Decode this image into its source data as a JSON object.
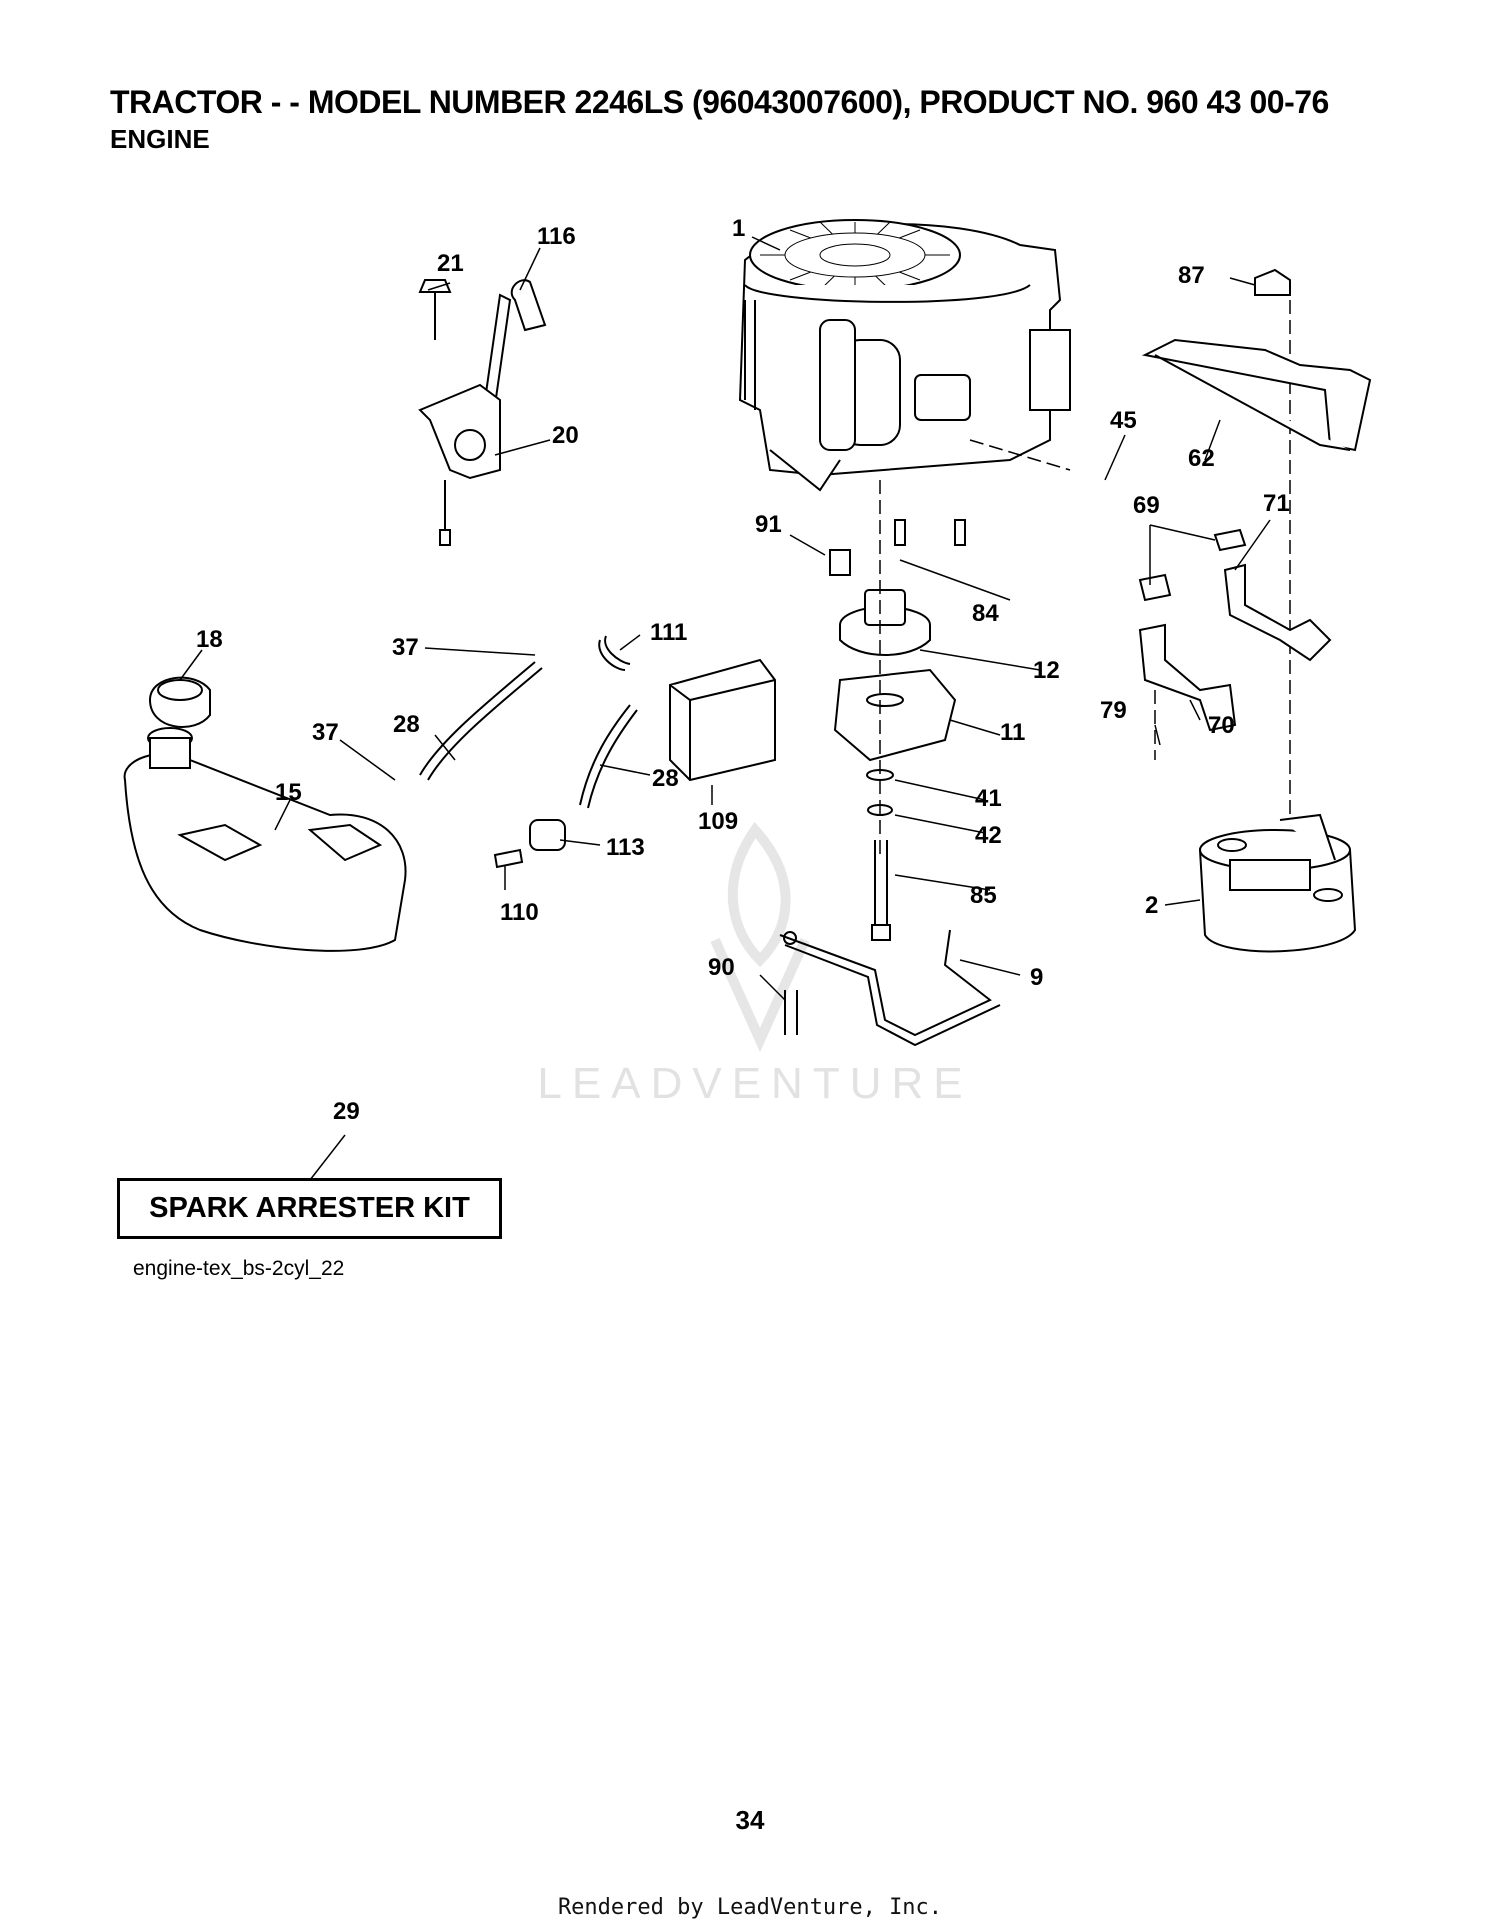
{
  "header": {
    "title": "TRACTOR - - MODEL NUMBER 2246LS (96043007600), PRODUCT NO. 960 43 00-76",
    "subtitle": "ENGINE"
  },
  "callouts": {
    "c1": "1",
    "c2": "2",
    "c9": "9",
    "c11": "11",
    "c12": "12",
    "c15": "15",
    "c18": "18",
    "c20": "20",
    "c21": "21",
    "c28a": "28",
    "c28b": "28",
    "c29": "29",
    "c37a": "37",
    "c37b": "37",
    "c41": "41",
    "c42": "42",
    "c45": "45",
    "c62": "62",
    "c69": "69",
    "c70": "70",
    "c71": "71",
    "c79": "79",
    "c84": "84",
    "c85": "85",
    "c87": "87",
    "c90": "90",
    "c91": "91",
    "c109": "109",
    "c110": "110",
    "c111": "111",
    "c113": "113",
    "c116": "116"
  },
  "kit_label": "SPARK ARRESTER KIT",
  "figure_id": "engine-tex_bs-2cyl_22",
  "watermark": "LEADVENTURE",
  "page_number": "34",
  "footer": "Rendered by LeadVenture, Inc."
}
